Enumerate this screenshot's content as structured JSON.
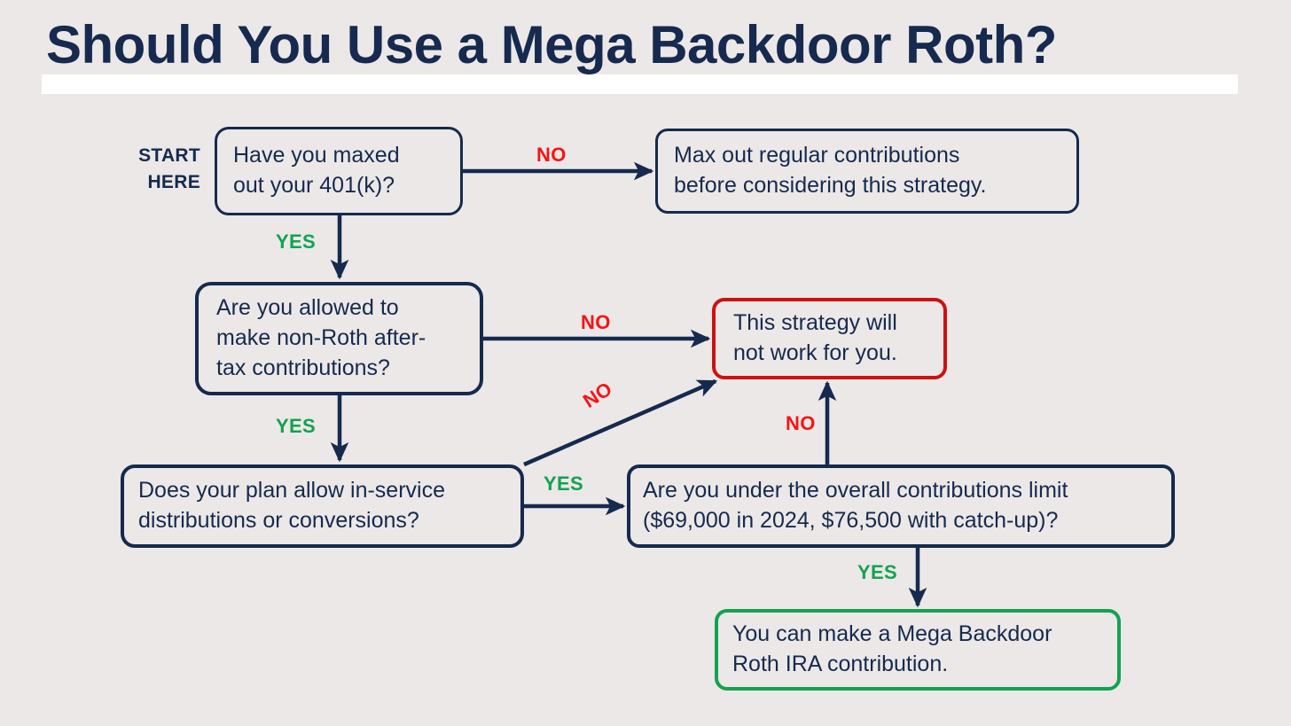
{
  "page": {
    "background_color": "#ece8e7",
    "title": "Should You Use a Mega Backdoor Roth?",
    "title_color": "#152a4e",
    "title_band_color": "#ffffff"
  },
  "colors": {
    "navy": "#152a4e",
    "red": "#cc1111",
    "label_red": "#f51414",
    "green": "#12a350"
  },
  "start_marker": {
    "line1": "START",
    "line2": "HERE"
  },
  "nodes": [
    {
      "id": "maxed401k",
      "text": "Have you maxed\nout your 401(k)?",
      "role": "decision",
      "border_color": "#152a4e"
    },
    {
      "id": "maxout-regular",
      "text": "Max out regular contributions\nbefore considering this strategy.",
      "role": "terminal",
      "border_color": "#152a4e"
    },
    {
      "id": "after-tax",
      "text": "Are you allowed to\nmake non-Roth after-\ntax contributions?",
      "role": "decision",
      "border_color": "#152a4e"
    },
    {
      "id": "wont-work",
      "text": "This strategy will\nnot work for you.",
      "role": "fail",
      "border_color": "#cc1111"
    },
    {
      "id": "in-service",
      "text": "Does your plan allow in-service\ndistributions or conversions?",
      "role": "decision",
      "border_color": "#152a4e"
    },
    {
      "id": "limit",
      "text": "Are you under the overall contributions limit\n($69,000 in 2024, $76,500 with catch-up)?",
      "role": "decision",
      "border_color": "#152a4e"
    },
    {
      "id": "success",
      "text": "You can make a Mega Backdoor\nRoth IRA contribution.",
      "role": "success",
      "border_color": "#12a350"
    }
  ],
  "edges": [
    {
      "id": "no-1",
      "label": "NO",
      "from": "maxed401k",
      "to": "maxout-regular"
    },
    {
      "id": "yes-1",
      "label": "YES",
      "from": "maxed401k",
      "to": "after-tax"
    },
    {
      "id": "no-2",
      "label": "NO",
      "from": "after-tax",
      "to": "wont-work"
    },
    {
      "id": "yes-2",
      "label": "YES",
      "from": "after-tax",
      "to": "in-service"
    },
    {
      "id": "no-3",
      "label": "NO",
      "from": "in-service",
      "to": "wont-work"
    },
    {
      "id": "yes-3",
      "label": "YES",
      "from": "in-service",
      "to": "limit"
    },
    {
      "id": "no-4",
      "label": "NO",
      "from": "limit",
      "to": "wont-work"
    },
    {
      "id": "yes-4",
      "label": "YES",
      "from": "limit",
      "to": "success"
    }
  ]
}
